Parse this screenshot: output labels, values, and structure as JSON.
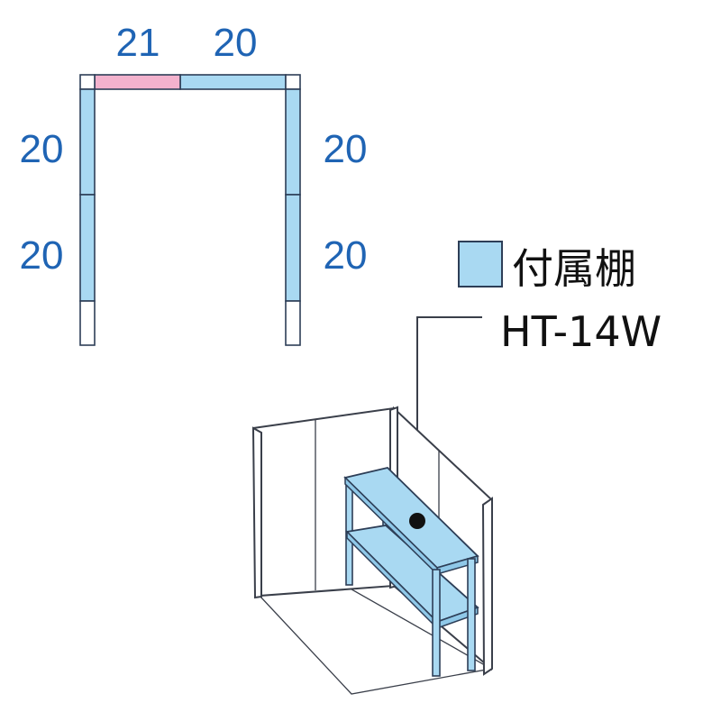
{
  "colors": {
    "shelf_blue": "#a9d9f2",
    "accent_pink": "#f3b2cd",
    "outline": "#2d3e57",
    "dimension_text": "#1f64b4",
    "legend_text": "#111111",
    "room_line": "#3a3f4a"
  },
  "plan": {
    "top_left_label": "21",
    "top_right_label": "20",
    "left_upper_label": "20",
    "left_lower_label": "20",
    "right_upper_label": "20",
    "right_lower_label": "20"
  },
  "legend": {
    "swatch_color": "#a9d9f2",
    "name": "付属棚",
    "model": "HT-14W"
  }
}
